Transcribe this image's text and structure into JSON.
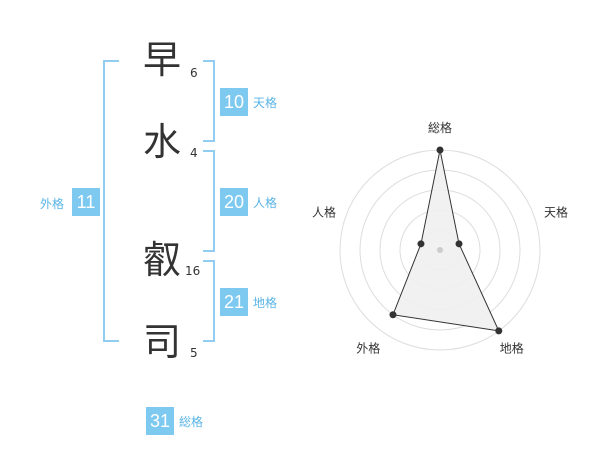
{
  "name": {
    "chars": [
      {
        "char": "早",
        "strokes": "6"
      },
      {
        "char": "水",
        "strokes": "4"
      },
      {
        "char": "叡",
        "strokes": "16"
      },
      {
        "char": "司",
        "strokes": "5"
      }
    ]
  },
  "fortunes": {
    "tenkaku": {
      "value": "10",
      "label": "天格"
    },
    "jinkaku": {
      "value": "20",
      "label": "人格"
    },
    "chikaku": {
      "value": "21",
      "label": "地格"
    },
    "gaikaku": {
      "value": "11",
      "label": "外格"
    },
    "soukaku": {
      "value": "31",
      "label": "総格"
    }
  },
  "chart_data": {
    "type": "radar",
    "axes": [
      "総格",
      "天格",
      "地格",
      "外格",
      "人格"
    ],
    "values": [
      5,
      1,
      5,
      4,
      1
    ],
    "max": 5,
    "rings": 5,
    "colors": {
      "fill": "#f0f0f0",
      "line": "#333333",
      "ring": "#dddddd"
    }
  }
}
